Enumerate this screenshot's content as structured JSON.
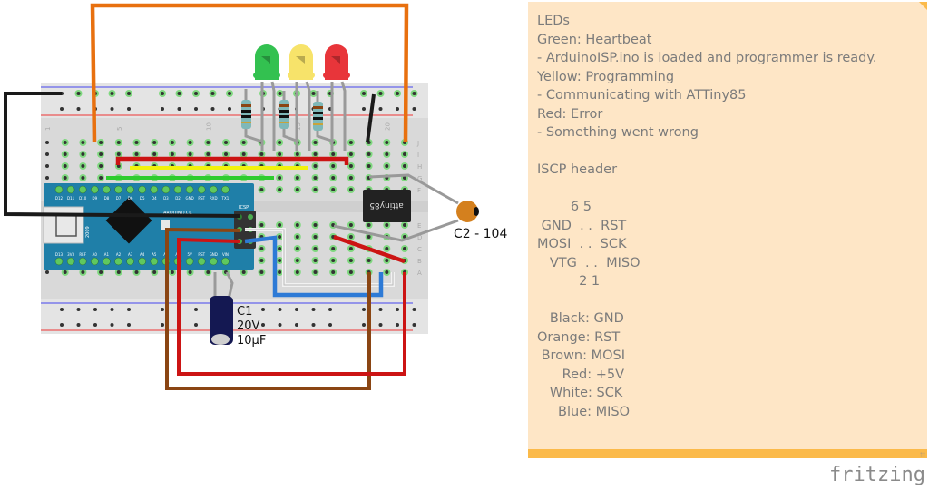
{
  "diagram": {
    "breadboard": {
      "column_labels": [
        "1",
        "5",
        "10",
        "15",
        "20"
      ],
      "row_labels_top": [
        "J",
        "I",
        "H",
        "G",
        "F"
      ],
      "row_labels_bottom": [
        "E",
        "D",
        "C",
        "B",
        "A"
      ]
    },
    "arduino": {
      "top_pins": [
        "D12",
        "D11",
        "D10",
        "D9",
        "D8",
        "D7",
        "D6",
        "D5",
        "D4",
        "D3",
        "D2",
        "GND",
        "RST",
        "RXD",
        "TX1"
      ],
      "bottom_pins": [
        "D13",
        "3V3",
        "REF",
        "A0",
        "A1",
        "A2",
        "A3",
        "A4",
        "A5",
        "A6",
        "A7",
        "5V",
        "RST",
        "GND",
        "VIN"
      ],
      "board_text": "ARDUINO.CC",
      "model_text": "2009",
      "icsp_label": "ICSP"
    },
    "chip": {
      "label": "attiny85"
    },
    "leds": [
      {
        "name": "green",
        "color": "#33c150"
      },
      {
        "name": "yellow",
        "color": "#f7e36a"
      },
      {
        "name": "red",
        "color": "#e8353a"
      }
    ],
    "capacitor_c1": {
      "lines": [
        "C1",
        "20V",
        "10µF"
      ]
    },
    "capacitor_c2": {
      "label": "C2 - 104"
    },
    "wire_colors": {
      "black": "#1a1a1a",
      "orange": "#e8700f",
      "brown": "#8a4513",
      "red": "#cc1414",
      "white": "#f2f2f2",
      "blue": "#2d7ad6",
      "green": "#2ecc2e",
      "yellow": "#f2f20c"
    }
  },
  "note": {
    "lines": [
      "LEDs",
      "Green: Heartbeat",
      "- ArduinoISP.ino is loaded and programmer is ready.",
      "Yellow: Programming",
      "- Communicating with ATTiny85",
      "Red: Error",
      "- Something went wrong",
      "",
      "ISCP header",
      "",
      "        6 5",
      " GND  . .  RST",
      "MOSI  . .  SCK",
      "   VTG  . .  MISO",
      "          2 1",
      "",
      "   Black: GND",
      "Orange: RST",
      " Brown: MOSI",
      "      Red: +5V",
      "   White: SCK",
      "     Blue: MISO"
    ]
  },
  "branding": {
    "logo_text": "fritzing"
  }
}
